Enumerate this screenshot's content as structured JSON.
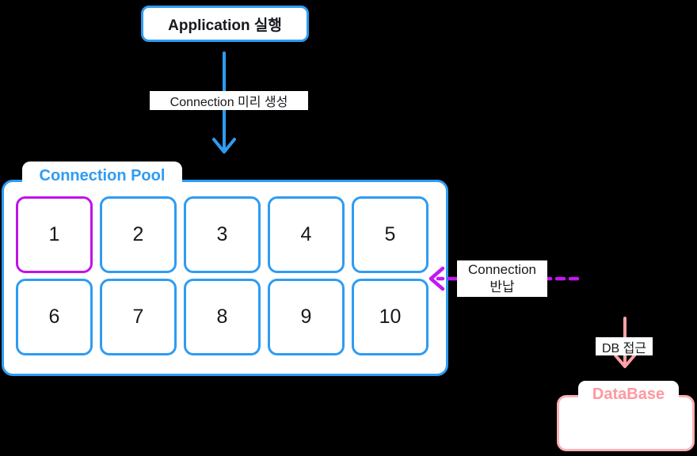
{
  "colors": {
    "background": "#000000",
    "blue": "#2E9CF2",
    "magenta_slot": "#C013E8",
    "purple_dash": "#C217F2",
    "pink_border": "#FFB1B3",
    "pink_arrow": "#FFA2A6",
    "pink_text": "#FF98A0",
    "text_dark": "#17191D"
  },
  "application": {
    "label": "Application 실행"
  },
  "arrows": {
    "create_label": "Connection 미리 생성",
    "return_label_line1": "Connection",
    "return_label_line2": "반납",
    "db_access_label": "DB 접근"
  },
  "pool": {
    "title": "Connection Pool",
    "highlighted_slot": "1",
    "slots": [
      "1",
      "2",
      "3",
      "4",
      "5",
      "6",
      "7",
      "8",
      "9",
      "10"
    ]
  },
  "database": {
    "label": "DataBase"
  }
}
